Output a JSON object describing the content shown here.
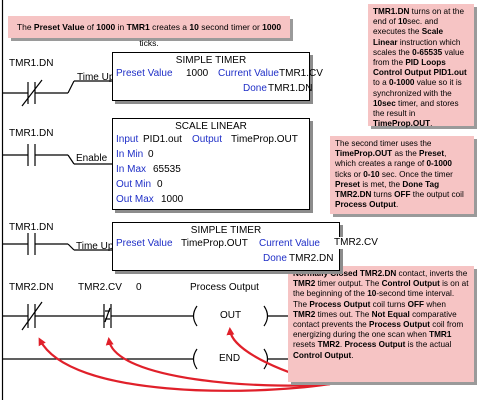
{
  "notes": {
    "preset": {
      "parts": [
        {
          "t": "The ",
          "b": false
        },
        {
          "t": "Preset Value",
          "b": true
        },
        {
          "t": " of ",
          "b": false
        },
        {
          "t": "1000",
          "b": true
        },
        {
          "t": " in ",
          "b": false
        },
        {
          "t": "TMR1",
          "b": true
        },
        {
          "t": " creates a ",
          "b": false
        },
        {
          "t": "10",
          "b": true
        },
        {
          "t": " second timer or ",
          "b": false
        },
        {
          "t": "1000",
          "b": true
        },
        {
          "t": " ticks.",
          "b": false
        }
      ]
    },
    "tmr1": {
      "parts": [
        {
          "t": "TMR1.DN",
          "b": true
        },
        {
          "t": " turns on at the end of ",
          "b": false
        },
        {
          "t": "10",
          "b": true
        },
        {
          "t": "sec. and executes the ",
          "b": false
        },
        {
          "t": "Scale Linear",
          "b": true
        },
        {
          "t": " instruction which scales the ",
          "b": false
        },
        {
          "t": "0-65535",
          "b": true
        },
        {
          "t": " value from the ",
          "b": false
        },
        {
          "t": "PID Loops Control Output PID1.out",
          "b": true
        },
        {
          "t": " to a ",
          "b": false
        },
        {
          "t": "0-1000",
          "b": true
        },
        {
          "t": " value so it is synchronized with the ",
          "b": false
        },
        {
          "t": "10sec",
          "b": true
        },
        {
          "t": " timer, and stores the result in ",
          "b": false
        },
        {
          "t": "TimeProp.OUT",
          "b": true
        },
        {
          "t": ".",
          "b": false
        }
      ]
    },
    "tmr2": {
      "parts": [
        {
          "t": "The second timer uses the ",
          "b": false
        },
        {
          "t": "TimeProp.OUT",
          "b": true
        },
        {
          "t": " as the ",
          "b": false
        },
        {
          "t": "Preset",
          "b": true
        },
        {
          "t": ", which creates a range of ",
          "b": false
        },
        {
          "t": "0-1000",
          "b": true
        },
        {
          "t": " ticks or ",
          "b": false
        },
        {
          "t": "0-10",
          "b": true
        },
        {
          "t": " sec.  Once the timer ",
          "b": false
        },
        {
          "t": "Preset",
          "b": true
        },
        {
          "t": " is met, the ",
          "b": false
        },
        {
          "t": "Done Tag TMR2.DN",
          "b": true
        },
        {
          "t": " turns ",
          "b": false
        },
        {
          "t": "OFF",
          "b": true
        },
        {
          "t": " the output coil ",
          "b": false
        },
        {
          "t": "Process Output",
          "b": true
        },
        {
          "t": ".",
          "b": false
        }
      ]
    },
    "output": {
      "parts": [
        {
          "t": "Normally Closed TMR2.DN",
          "b": true
        },
        {
          "t": " contact, inverts the ",
          "b": false
        },
        {
          "t": "TMR2",
          "b": true
        },
        {
          "t": " timer output. The ",
          "b": false
        },
        {
          "t": "Control Output",
          "b": true
        },
        {
          "t": " is on at the beginning of the ",
          "b": false
        },
        {
          "t": "10",
          "b": true
        },
        {
          "t": "-second time interval. The ",
          "b": false
        },
        {
          "t": "Process Output",
          "b": true
        },
        {
          "t": " coil turns ",
          "b": false
        },
        {
          "t": "OFF",
          "b": true
        },
        {
          "t": " when ",
          "b": false
        },
        {
          "t": "TMR2",
          "b": true
        },
        {
          "t": " times out. The ",
          "b": false
        },
        {
          "t": "Not Equal",
          "b": true
        },
        {
          "t": " comparative contact prevents the ",
          "b": false
        },
        {
          "t": "Process Output",
          "b": true
        },
        {
          "t": " coil from energizing during the one scan when ",
          "b": false
        },
        {
          "t": "TMR1",
          "b": true
        },
        {
          "t": " resets ",
          "b": false
        },
        {
          "t": "TMR2",
          "b": true
        },
        {
          "t": ". ",
          "b": false
        },
        {
          "t": "Process Output",
          "b": true
        },
        {
          "t": " is the actual ",
          "b": false
        },
        {
          "t": "Control Output",
          "b": true
        },
        {
          "t": ".",
          "b": false
        }
      ]
    }
  },
  "rung1": {
    "contact_tag": "TMR1.DN",
    "line_label": "Time Up",
    "block": {
      "title": "SIMPLE TIMER",
      "preset_label": "Preset Value",
      "preset_value": "1000",
      "current_label": "Current Value",
      "current_value": "TMR1.CV",
      "done_label": "Done",
      "done_value": "TMR1.DN"
    }
  },
  "rung2": {
    "contact_tag": "TMR1.DN",
    "line_label": "Enable",
    "block": {
      "title": "SCALE LINEAR",
      "input_label": "Input",
      "input_value": "PID1.out",
      "output_label": "Output",
      "output_value": "TimeProp.OUT",
      "inmin_label": "In Min",
      "inmin_value": "0",
      "inmax_label": "In Max",
      "inmax_value": "65535",
      "outmin_label": "Out Min",
      "outmin_value": "0",
      "outmax_label": "Out Max",
      "outmax_value": "1000"
    }
  },
  "rung3": {
    "contact_tag": "TMR1.DN",
    "line_label": "Time Up",
    "block": {
      "title": "SIMPLE TIMER",
      "preset_label": "Preset Value",
      "preset_value": "TimeProp.OUT",
      "current_label": "Current Value",
      "current_value": "TMR2.CV",
      "done_label": "Done",
      "done_value": "TMR2.DN"
    }
  },
  "rung4": {
    "contact_tag": "TMR2.DN",
    "compare_tag": "TMR2.CV",
    "compare_value": "0",
    "coil_tag": "Process Output",
    "coil_label": "OUT"
  },
  "rung5": {
    "coil_label": "END"
  },
  "colors": {
    "note_bg": "#f6c4c4",
    "arrow": "#e0202a",
    "label_blue": "#1f2fc7"
  }
}
